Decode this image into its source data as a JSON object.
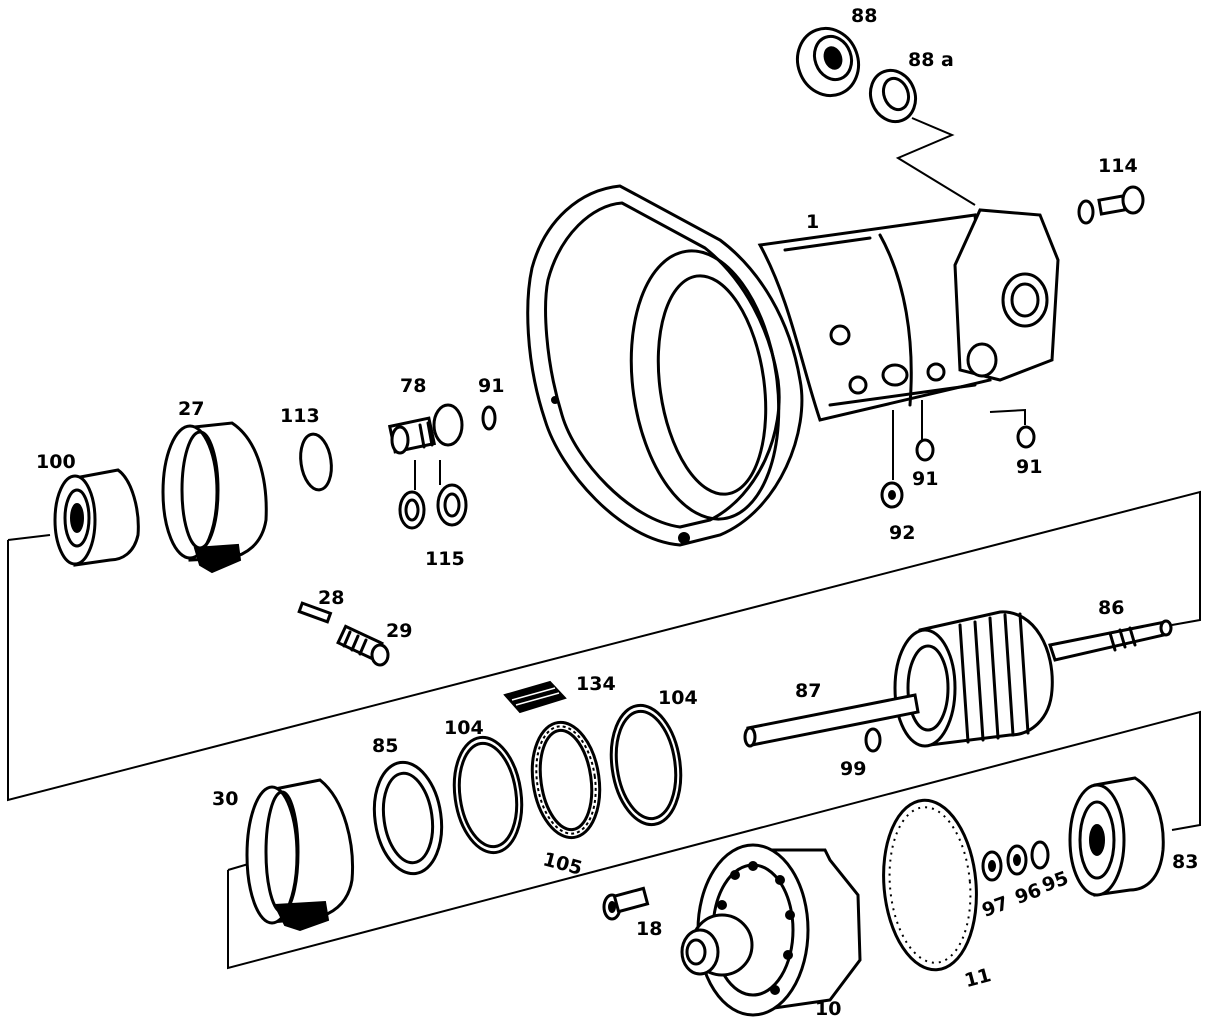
{
  "labels": {
    "l88": "88",
    "l88a": "88 a",
    "l114": "114",
    "l1": "1",
    "l78": "78",
    "l91a": "91",
    "l91b": "91",
    "l91c": "91",
    "l92": "92",
    "l27": "27",
    "l113": "113",
    "l100": "100",
    "l115": "115",
    "l28": "28",
    "l29": "29",
    "l86": "86",
    "l134": "134",
    "l104a": "104",
    "l104b": "104",
    "l87": "87",
    "l99": "99",
    "l85": "85",
    "l30": "30",
    "l105": "105",
    "l18": "18",
    "l10": "10",
    "l11": "11",
    "l97": "97",
    "l96": "96",
    "l95": "95",
    "l83": "83"
  }
}
